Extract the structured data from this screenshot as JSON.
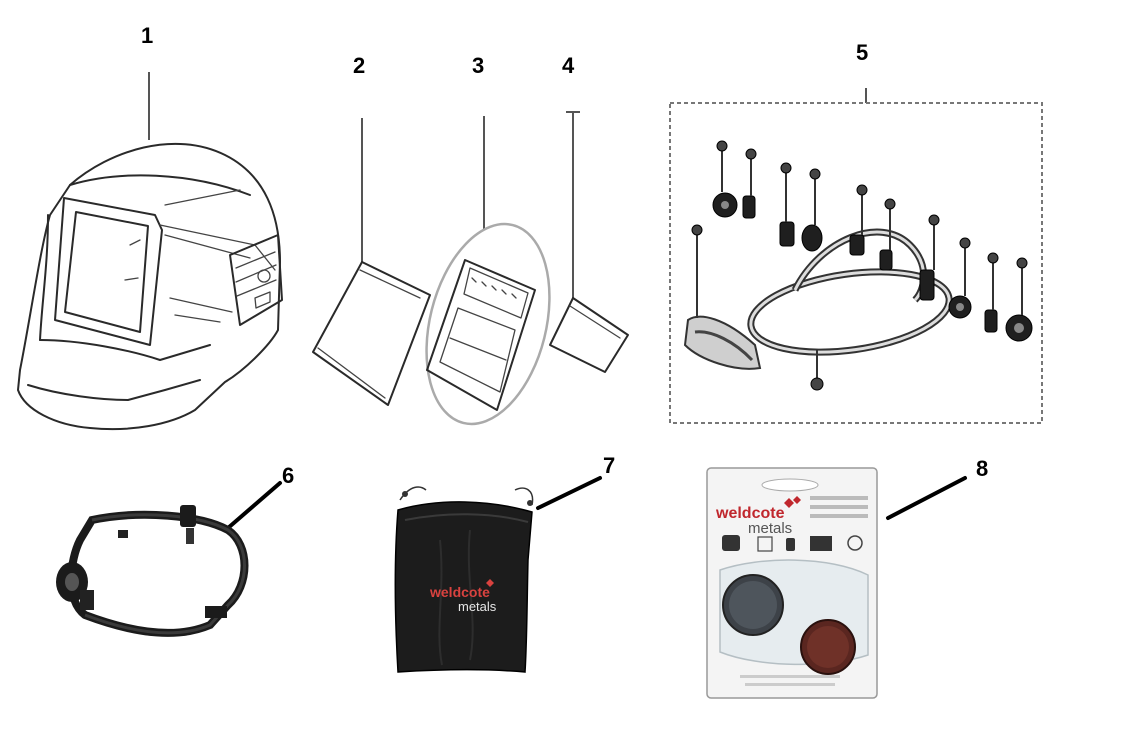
{
  "part_numbers": [
    "1",
    "2",
    "3",
    "4",
    "5",
    "6",
    "7",
    "8"
  ],
  "brand": {
    "name_part1": "weldcote",
    "name_part2": "metals",
    "accent_color": "#c0272d"
  },
  "icons": {
    "part1": "welding-helmet-icon",
    "part2": "outer-cover-lens-icon",
    "part3": "auto-darkening-filter-icon",
    "part4": "inner-cover-lens-icon",
    "part5": "headgear-assembly-exploded-icon",
    "part6": "headgear-photo-icon",
    "part7": "storage-bag-icon",
    "part8": "battery-blister-pack-icon"
  }
}
